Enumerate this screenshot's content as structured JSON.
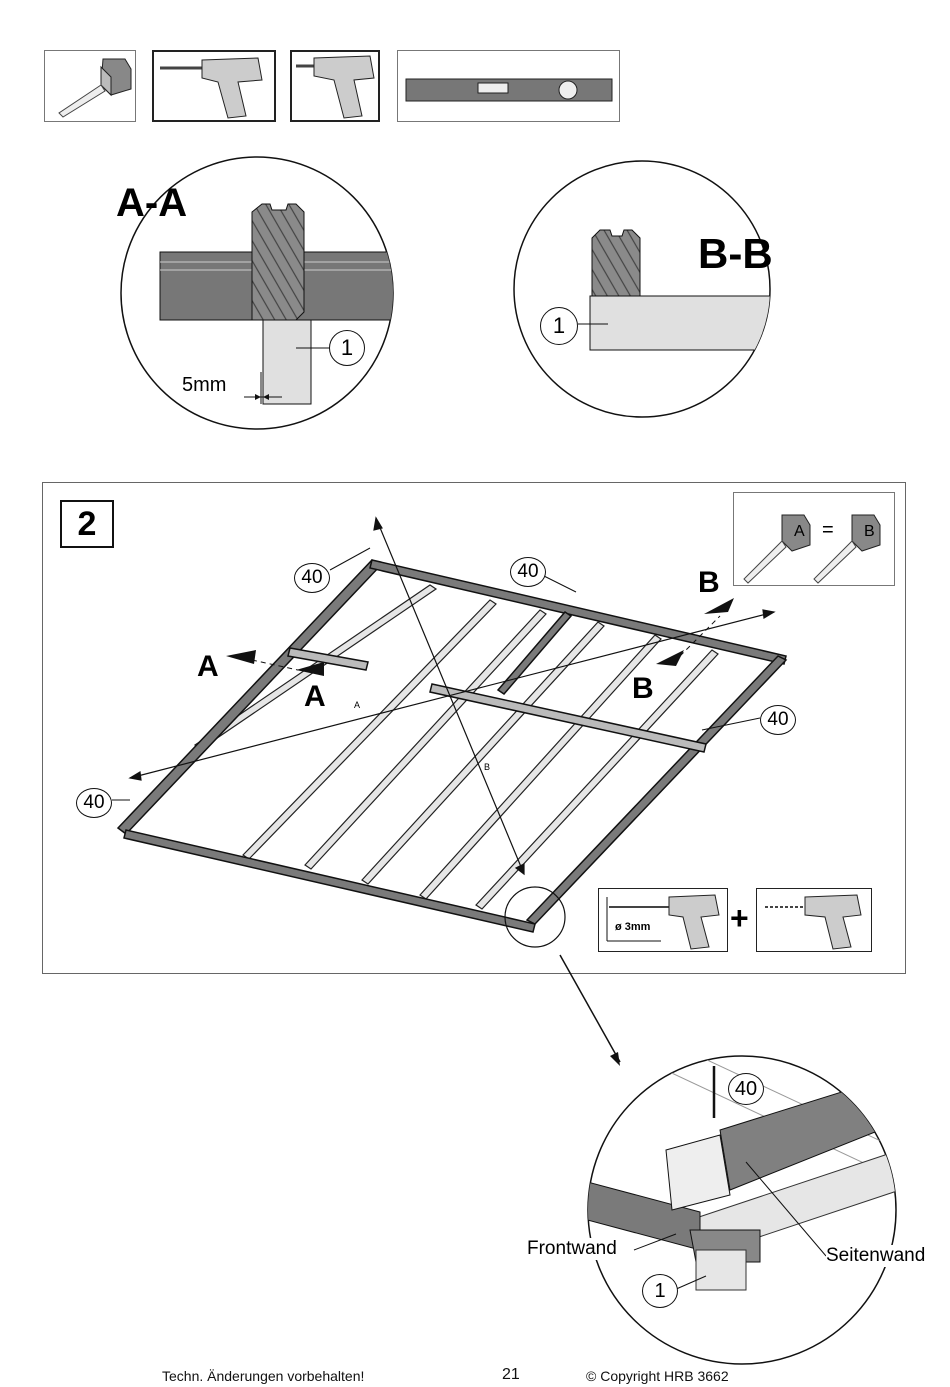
{
  "tools": {
    "tape_icon": "measuring-tape-icon",
    "drill_icon": "drill-icon",
    "level_icon": "spirit-level-icon"
  },
  "detail_aa": {
    "title": "A-A",
    "dimension": "5mm",
    "callout": "1"
  },
  "detail_bb": {
    "title": "B-B",
    "callout": "1"
  },
  "step": {
    "number": "2",
    "callouts": {
      "tl": "40",
      "tm": "40",
      "r": "40",
      "l": "40"
    },
    "section_marks": {
      "a1": "A",
      "a2": "A",
      "b1": "B",
      "b2": "B",
      "small_a": "A",
      "small_b": "B"
    },
    "compare": {
      "left": "A",
      "equals": "=",
      "right": "B"
    },
    "drill_bit": "ø 3mm",
    "plus": "+"
  },
  "zoom_detail": {
    "callout_screw": "40",
    "callout_part": "1",
    "label_front": "Frontwand",
    "label_side": "Seitenwand"
  },
  "footer": {
    "notice": "Techn. Änderungen vorbehalten!",
    "page_number": "21",
    "copyright": "© Copyright HRB 3662"
  },
  "colors": {
    "ink": "#000000",
    "wood_dark": "#707070",
    "wood_light": "#d9d9d9",
    "frame_border": "#777777"
  }
}
